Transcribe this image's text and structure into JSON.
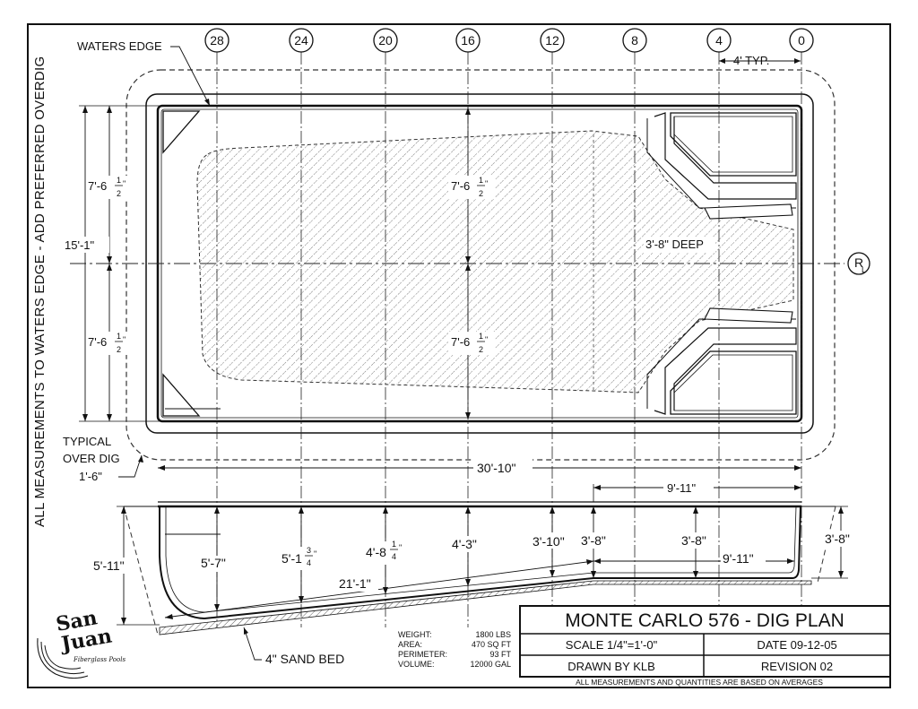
{
  "side_note": "ALL MEASUREMENTS TO WATERS EDGE - ADD PREFERRED OVERDIG",
  "grid_numbers": [
    "28",
    "24",
    "20",
    "16",
    "12",
    "8",
    "4",
    "0"
  ],
  "grid_spacing": "4' TYP.",
  "centerline_mark": "R",
  "centerline_sub": "L",
  "labels": {
    "waters_edge": "WATERS EDGE",
    "typical": "TYPICAL",
    "over_dig": "OVER DIG",
    "overdig_dim": "1'-6\"",
    "deep": "3'-8\" DEEP",
    "sand_bed": "4\" SAND BED"
  },
  "plan_dims": {
    "overall_width": "15'-1\"",
    "left_upper_main": "7'-6",
    "left_lower_main": "7'-6",
    "center_upper_main": "7'-6",
    "center_lower_main": "7'-6",
    "frac_num": "1",
    "frac_den": "2",
    "frac_tail": "\"",
    "overall_length": "30'-10\"",
    "shallow_length_top": "9'-11\""
  },
  "section_dims": {
    "overall_depth": "5'-11\"",
    "d_28": "5'-7\"",
    "d_24_main": "5'-1",
    "d_24_num": "3",
    "d_24_den": "4",
    "d_24_tail": "\"",
    "d_20_main": "4'-8",
    "d_20_num": "1",
    "d_20_den": "4",
    "d_20_tail": "\"",
    "d_16": "4'-3\"",
    "d_12": "3'-10\"",
    "d_break": "3'-8\"",
    "d_8": "3'-8\"",
    "d_right": "3'-8\"",
    "slope_length": "21'-1\"",
    "shallow_length_bottom": "9'-11\""
  },
  "specs": {
    "weight_label": "WEIGHT:",
    "weight_value": "1800 LBS",
    "area_label": "AREA:",
    "area_value": "470 SQ FT",
    "perimeter_label": "PERIMETER:",
    "perimeter_value": "93 FT",
    "volume_label": "VOLUME:",
    "volume_value": "12000 GAL"
  },
  "title_block": {
    "title": "MONTE CARLO 576 - DIG PLAN",
    "scale": "SCALE 1/4\"=1'-0\"",
    "date": "DATE 09-12-05",
    "drawn_by": "DRAWN BY KLB",
    "revision": "REVISION 02",
    "footnote": "ALL MEASUREMENTS AND QUANTITIES ARE BASED ON AVERAGES"
  },
  "logo": {
    "line1": "San",
    "line2": "Juan",
    "tagline": "Fiberglass Pools"
  }
}
